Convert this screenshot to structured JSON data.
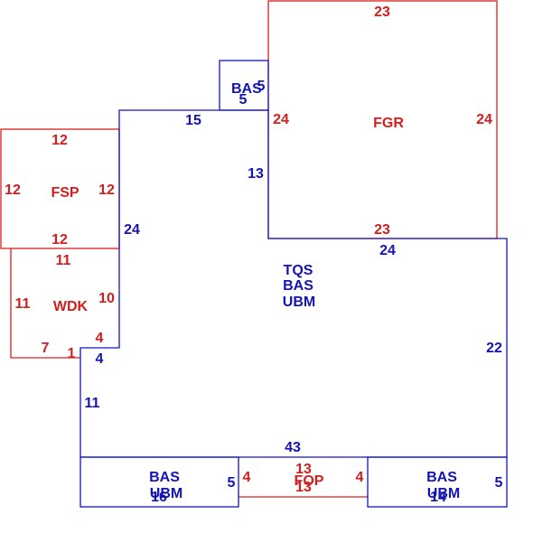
{
  "colors": {
    "blue": "#1414c8",
    "red": "#dc1e1e"
  },
  "areas": {
    "fgr": {
      "label": "FGR"
    },
    "fsp": {
      "label": "FSP"
    },
    "wdk": {
      "label": "WDK"
    },
    "bas_small": {
      "label": "BAS"
    },
    "main": {
      "label_1": "TQS",
      "label_2": "BAS",
      "label_3": "UBM"
    },
    "fop": {
      "label": "FOP"
    },
    "bottom_left": {
      "label_1": "BAS",
      "label_2": "UBM"
    },
    "bottom_right": {
      "label_1": "BAS",
      "label_2": "UBM"
    }
  },
  "dimensions": {
    "fgr_top": "23",
    "fgr_left": "24",
    "fgr_right": "24",
    "fgr_bottom": "23",
    "bas_small_top": "5",
    "bas_small_bottom": "5",
    "main_top_left": "15",
    "main_left_upper": "13",
    "main_top_right": "24",
    "main_left_mid": "24",
    "main_right": "22",
    "main_bottom": "43",
    "main_left_lower": "11",
    "main_notch": "4",
    "fsp_top": "12",
    "fsp_left": "12",
    "fsp_right": "12",
    "fsp_bottom": "12",
    "wdk_top": "11",
    "wdk_left": "11",
    "wdk_right": "10",
    "wdk_notch": "4",
    "wdk_bottom": "7",
    "wdk_step": "1",
    "fop_top": "13",
    "fop_bottom": "13",
    "fop_left": "4",
    "fop_right": "4",
    "bl_right": "5",
    "bl_bottom": "16",
    "br_right": "5",
    "br_bottom": "14"
  }
}
